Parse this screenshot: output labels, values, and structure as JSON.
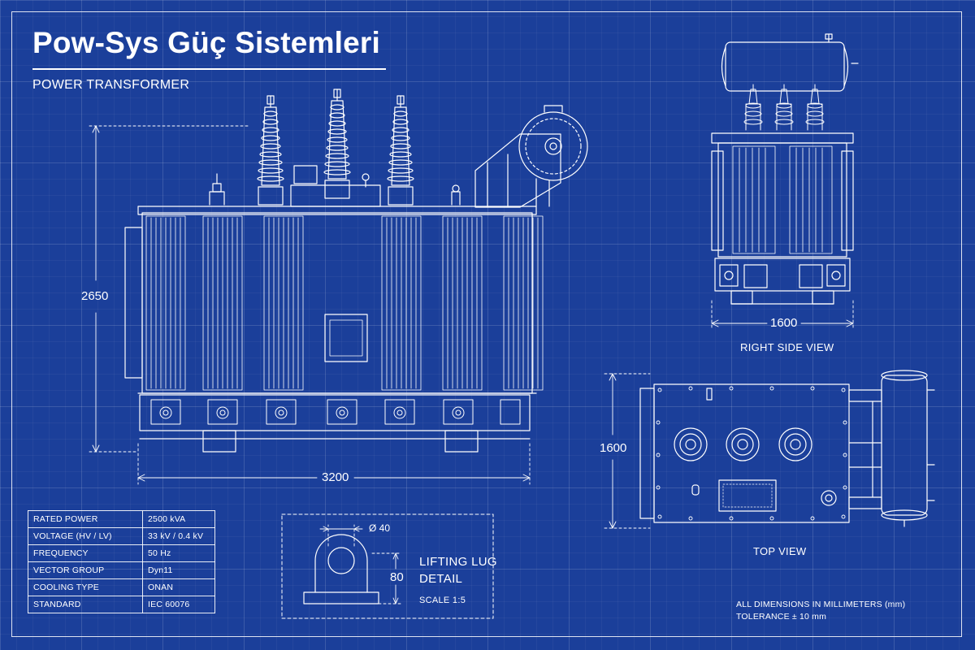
{
  "header": {
    "title": "Pow-Sys Güç Sistemleri",
    "subtitle": "POWER TRANSFORMER"
  },
  "dimensions": {
    "front_height": "2650",
    "front_length": "3200",
    "side_width": "1600",
    "top_width": "1600",
    "lug_diameter": "Ø 40",
    "lug_height": "80"
  },
  "views": {
    "right_side": "RIGHT SIDE VIEW",
    "top": "TOP VIEW"
  },
  "lifting_lug": {
    "title_line1": "LIFTING LUG",
    "title_line2": "DETAIL",
    "scale": "SCALE 1:5"
  },
  "specs": [
    {
      "label": "RATED POWER",
      "value": "2500 kVA"
    },
    {
      "label": "VOLTAGE (HV / LV)",
      "value": "33 kV / 0.4 kV"
    },
    {
      "label": "FREQUENCY",
      "value": "50 Hz"
    },
    {
      "label": "VECTOR GROUP",
      "value": "Dyn11"
    },
    {
      "label": "COOLING TYPE",
      "value": "ONAN"
    },
    {
      "label": "STANDARD",
      "value": "IEC 60076"
    }
  ],
  "notes": {
    "line1": "ALL DIMENSIONS IN MILLIMETERS (mm)",
    "line2": "TOLERANCE ± 10 mm"
  },
  "colors": {
    "background": "#1b3f9a",
    "line": "#ffffff"
  }
}
